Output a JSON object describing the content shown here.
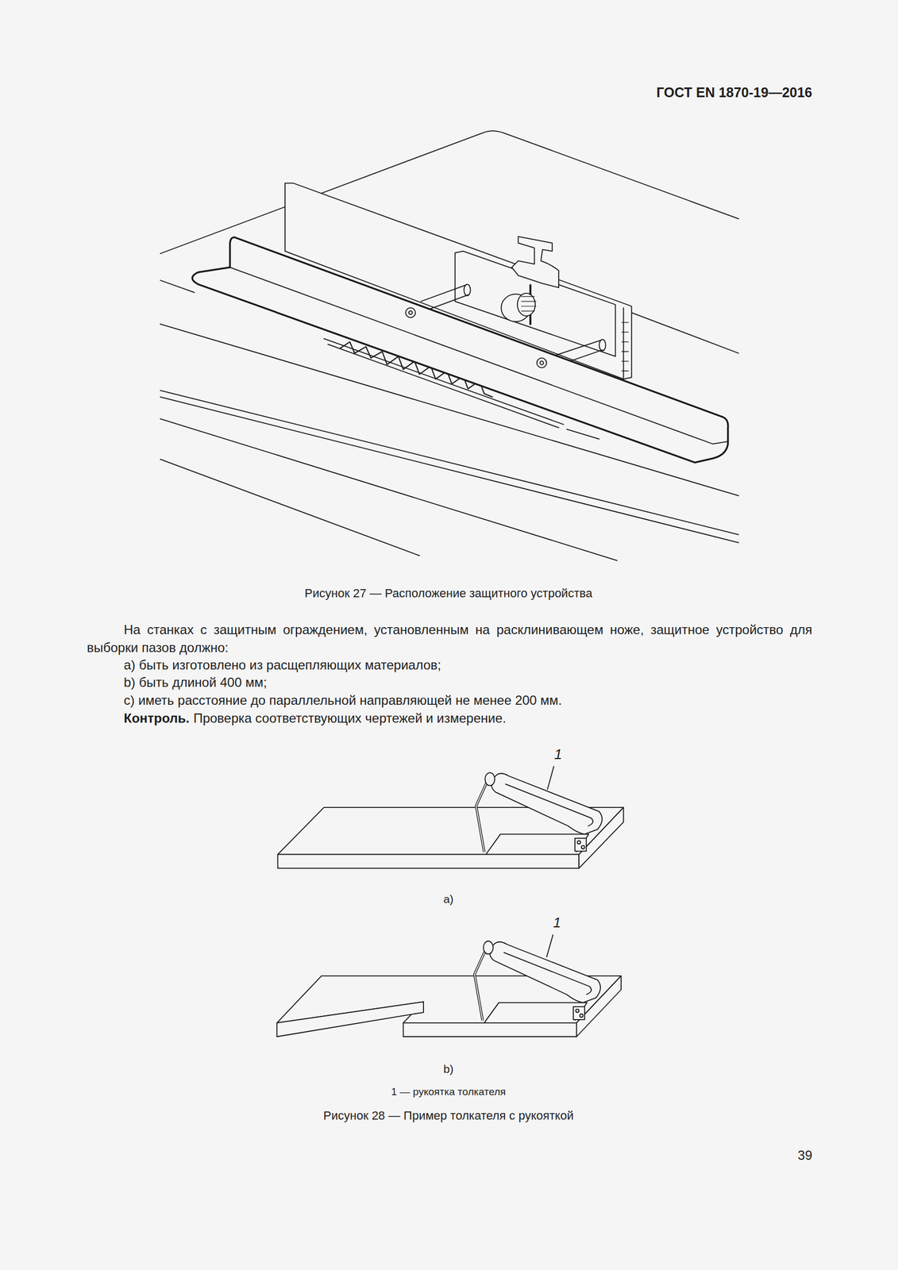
{
  "diagram": {
    "title": "ГОСТ EN 1870-19—2016",
    "caption": "Рисунок 28 — Пример толкателя с рукояткой",
    "labels": [
      "Рисунок 27 — Расположение защитного устройства",
      "На станках с защитным ограждением, установленным на расклинивающем ноже, защитное устройство для выборки пазов должно:",
      "a) быть изготовлено из расщепляющих материалов;",
      "b) быть длиной 400 мм;",
      "c) иметь расстояние до параллельной направляющей не менее 200 мм.",
      "Контроль.",
      "Проверка соответствующих чертежей и измерение.",
      "1",
      "a)",
      "1",
      "b)",
      "1 — рукоятка толкателя",
      "39"
    ]
  }
}
